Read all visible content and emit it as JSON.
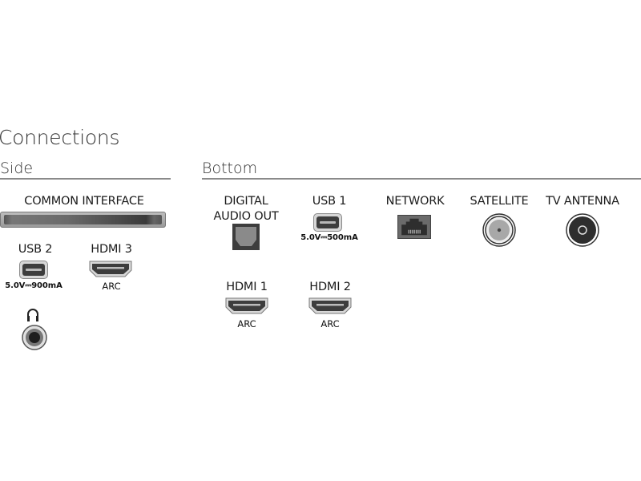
{
  "title": "Connections",
  "sections": {
    "side": {
      "heading": "Side",
      "ports": {
        "common_interface": {
          "label": "COMMON INTERFACE"
        },
        "usb2": {
          "label": "USB 2",
          "rating": "5.0V⎓900mA"
        },
        "hdmi3": {
          "label": "HDMI 3",
          "sub": "ARC"
        },
        "headphone": {
          "icon": "headphones-icon"
        }
      }
    },
    "bottom": {
      "heading": "Bottom",
      "ports": {
        "digital_audio_out": {
          "label_line1": "DIGITAL",
          "label_line2": "AUDIO OUT"
        },
        "usb1": {
          "label": "USB 1",
          "rating": "5.0V⎓500mA"
        },
        "network": {
          "label": "NETWORK"
        },
        "satellite": {
          "label": "SATELLITE"
        },
        "tv_antenna": {
          "label": "TV ANTENNA"
        },
        "hdmi1": {
          "label": "HDMI 1",
          "sub": "ARC"
        },
        "hdmi2": {
          "label": "HDMI 2",
          "sub": "ARC"
        }
      }
    }
  },
  "colors": {
    "rule": "#8a8a8a",
    "port_dark": "#3d3d3d",
    "port_light": "#d7d7d7"
  }
}
